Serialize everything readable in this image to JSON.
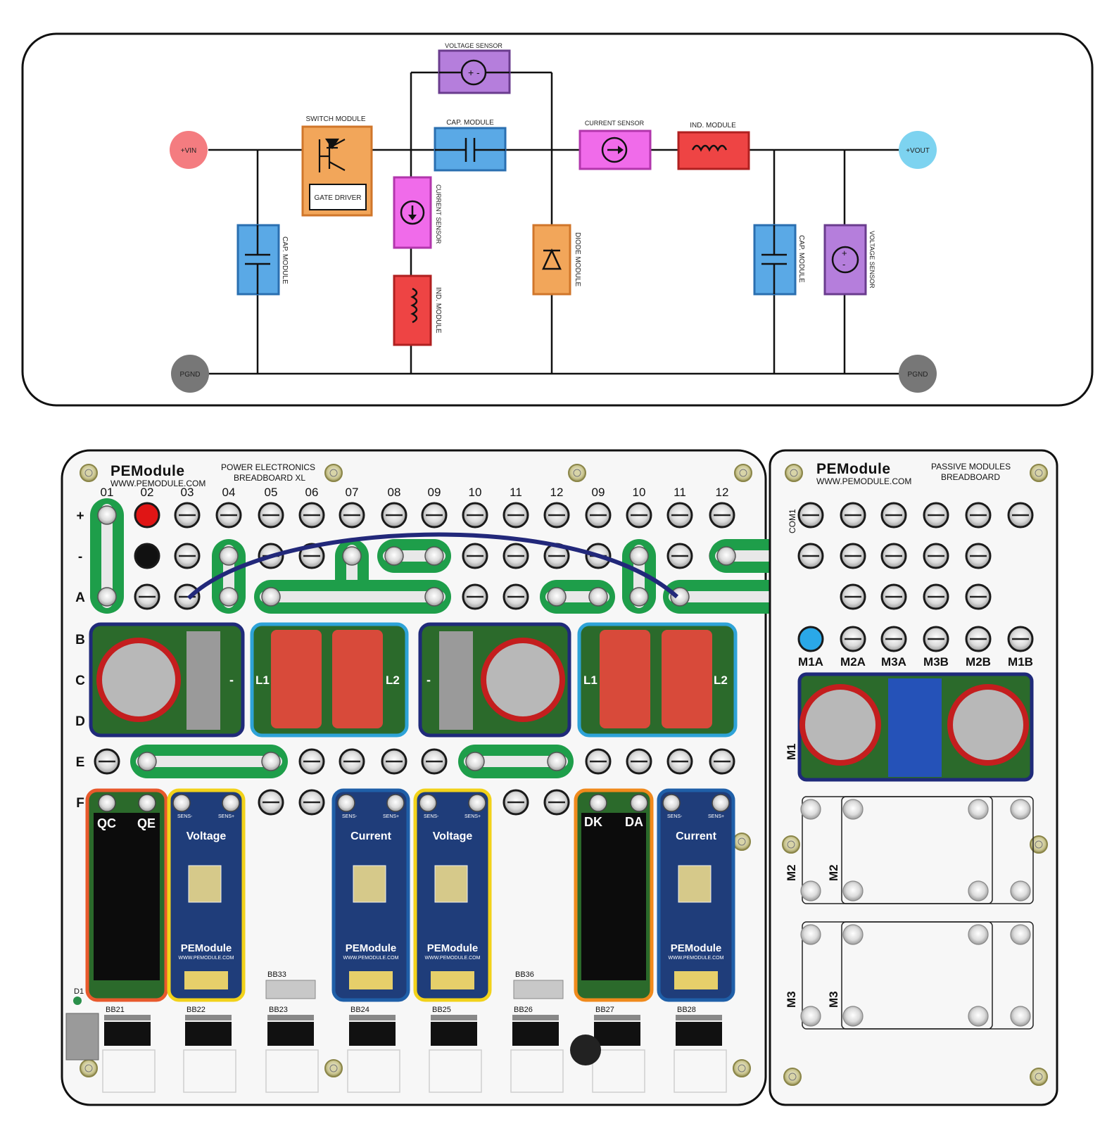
{
  "schematic": {
    "terminals": {
      "vin": {
        "label": "+VIN",
        "color": "#f47c80"
      },
      "vout": {
        "label": "+VOUT",
        "color": "#7dd3f0"
      },
      "pgnd_left": {
        "label": "PGND",
        "color": "#777777"
      },
      "pgnd_right": {
        "label": "PGND",
        "color": "#777777"
      }
    },
    "modules": {
      "top_voltage_sensor": "VOLTAGE SENSOR",
      "switch_module": "SWITCH MODULE",
      "gate_driver": "GATE DRIVER",
      "cap_module_top": "CAP. MODULE",
      "current_sensor_top": "CURRENT SENSOR",
      "ind_module_top": "IND. MODULE",
      "cap_module_left": "CAP. MODULE",
      "current_sensor_vertical": "CURRENT SENSOR",
      "ind_module_vertical": "IND. MODULE",
      "diode_module": "DIODE MODULE",
      "cap_module_right": "CAP. MODULE",
      "voltage_sensor_right": "VOLTAGE SENSOR"
    },
    "colors": {
      "voltage_sensor": "#b57edc",
      "switch": "#f2a65a",
      "cap": "#5aa9e6",
      "current_sensor": "#f06bea",
      "inductor": "#ee4444",
      "diode": "#f2a65a"
    }
  },
  "board_xl": {
    "brand": "PEModule",
    "url": "WWW.PEMODULE.COM",
    "title_line1": "POWER ELECTRONICS",
    "title_line2": "BREADBOARD XL",
    "column_labels": [
      "01",
      "02",
      "03",
      "04",
      "05",
      "06",
      "07",
      "08",
      "09",
      "10",
      "11",
      "12",
      "09",
      "10",
      "11",
      "12"
    ],
    "row_labels": [
      "+",
      "-",
      "A",
      "B",
      "C",
      "D",
      "E",
      "F"
    ],
    "inductor_labels": [
      "L1",
      "L2",
      "L1",
      "L2"
    ],
    "minus_marks": [
      "-",
      "-"
    ],
    "switch_labels": [
      "QC",
      "QE"
    ],
    "diode_labels": [
      "DK",
      "DA"
    ],
    "sensor_titles": [
      "Voltage",
      "Current",
      "Voltage",
      "Current"
    ],
    "sensor_pins": [
      "SENS-",
      "SENS+"
    ],
    "sensor_brand": "PEModule",
    "sensor_url": "WWW.PEMODULE.COM",
    "bb_labels": [
      "BB21",
      "BB22",
      "BB23",
      "BB24",
      "BB25",
      "BB26",
      "BB27",
      "BB28"
    ],
    "bb_spare": [
      "BB33",
      "BB36"
    ],
    "led_label": "D1",
    "colors": {
      "plus_dot": "#e01515",
      "minus_dot": "#111111",
      "jumper": "#1e9e4a",
      "wire": "#22287a",
      "sensor_board": "#1f3d7a",
      "voltage_frame": "#f2d21a",
      "current_frame": "#1f5fa8",
      "switch_frame": "#e8592c",
      "diode_frame": "#f08a1c"
    }
  },
  "board_passive": {
    "brand": "PEModule",
    "url": "WWW.PEMODULE.COM",
    "title_line1": "PASSIVE MODULES",
    "title_line2": "BREADBOARD",
    "com_label": "COM1",
    "slot_labels": [
      "M1A",
      "M2A",
      "M3A",
      "M3B",
      "M2B",
      "M1B"
    ],
    "module_labels": {
      "m1": "M1",
      "m2": "M2",
      "m3": "M3"
    },
    "m1a_dot": "#2aa8e8"
  }
}
